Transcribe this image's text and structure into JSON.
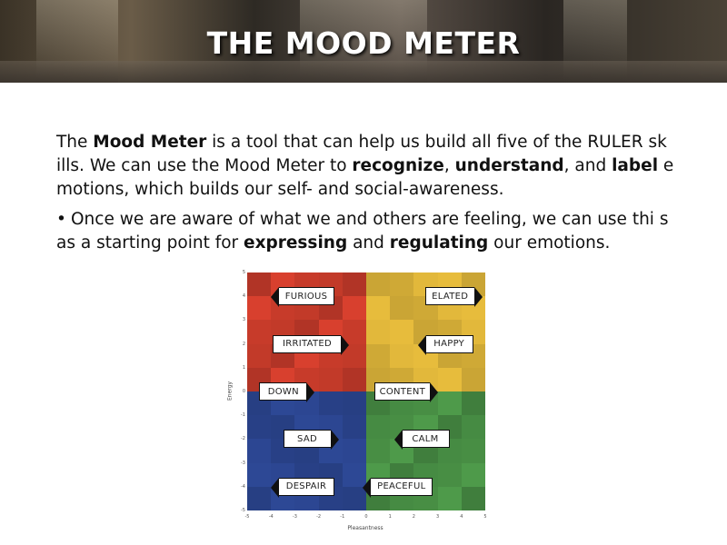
{
  "slide": {
    "title": "THE MOOD METER",
    "paragraph1": {
      "t1": "The ",
      "b1": "Mood Meter",
      "t2": " is a tool that can help us build all five of the RULER sk ills. We can use the Mood Meter to ",
      "b2": "recognize",
      "t3": ", ",
      "b3": "understand",
      "t4": ", and ",
      "b4": "label",
      "t5": " e motions, which builds our self- and social-awareness."
    },
    "bullet": {
      "dot": "•",
      "t1": "Once we are aware of what we and others are feeling, we can use thi s as a starting point for ",
      "b1": "expressing",
      "t2": " and ",
      "b2": "regulating",
      "t3": " our emotions."
    }
  },
  "chart_data": {
    "type": "heatmap",
    "xlabel": "Pleasantness",
    "ylabel": "Energy",
    "xlim": [
      -5,
      5
    ],
    "ylim": [
      -5,
      5
    ],
    "x_ticks": [
      "-5",
      "-4",
      "-3",
      "-2",
      "-1",
      "0",
      "1",
      "2",
      "3",
      "4",
      "5"
    ],
    "y_ticks": [
      "5",
      "4",
      "3",
      "2",
      "1",
      "0",
      "-1",
      "-2",
      "-3",
      "-4",
      "-5"
    ],
    "quadrant_colors": {
      "top-left": "#d8402e",
      "top-right": "#eec23e",
      "bottom-left": "#2e4a9a",
      "bottom-right": "#4e9a4a"
    },
    "emotions": [
      {
        "label": "FURIOUS",
        "x": -2.5,
        "y": 4
      },
      {
        "label": "ELATED",
        "x": 3.5,
        "y": 4
      },
      {
        "label": "IRRITATED",
        "x": -2.5,
        "y": 2
      },
      {
        "label": "HAPPY",
        "x": 3.5,
        "y": 2
      },
      {
        "label": "DOWN",
        "x": -3.5,
        "y": 0
      },
      {
        "label": "CONTENT",
        "x": 1.5,
        "y": 0
      },
      {
        "label": "SAD",
        "x": -2.5,
        "y": -2
      },
      {
        "label": "CALM",
        "x": 2.5,
        "y": -2
      },
      {
        "label": "DESPAIR",
        "x": -2.5,
        "y": -4
      },
      {
        "label": "PEACEFUL",
        "x": 1.5,
        "y": -4
      }
    ]
  }
}
